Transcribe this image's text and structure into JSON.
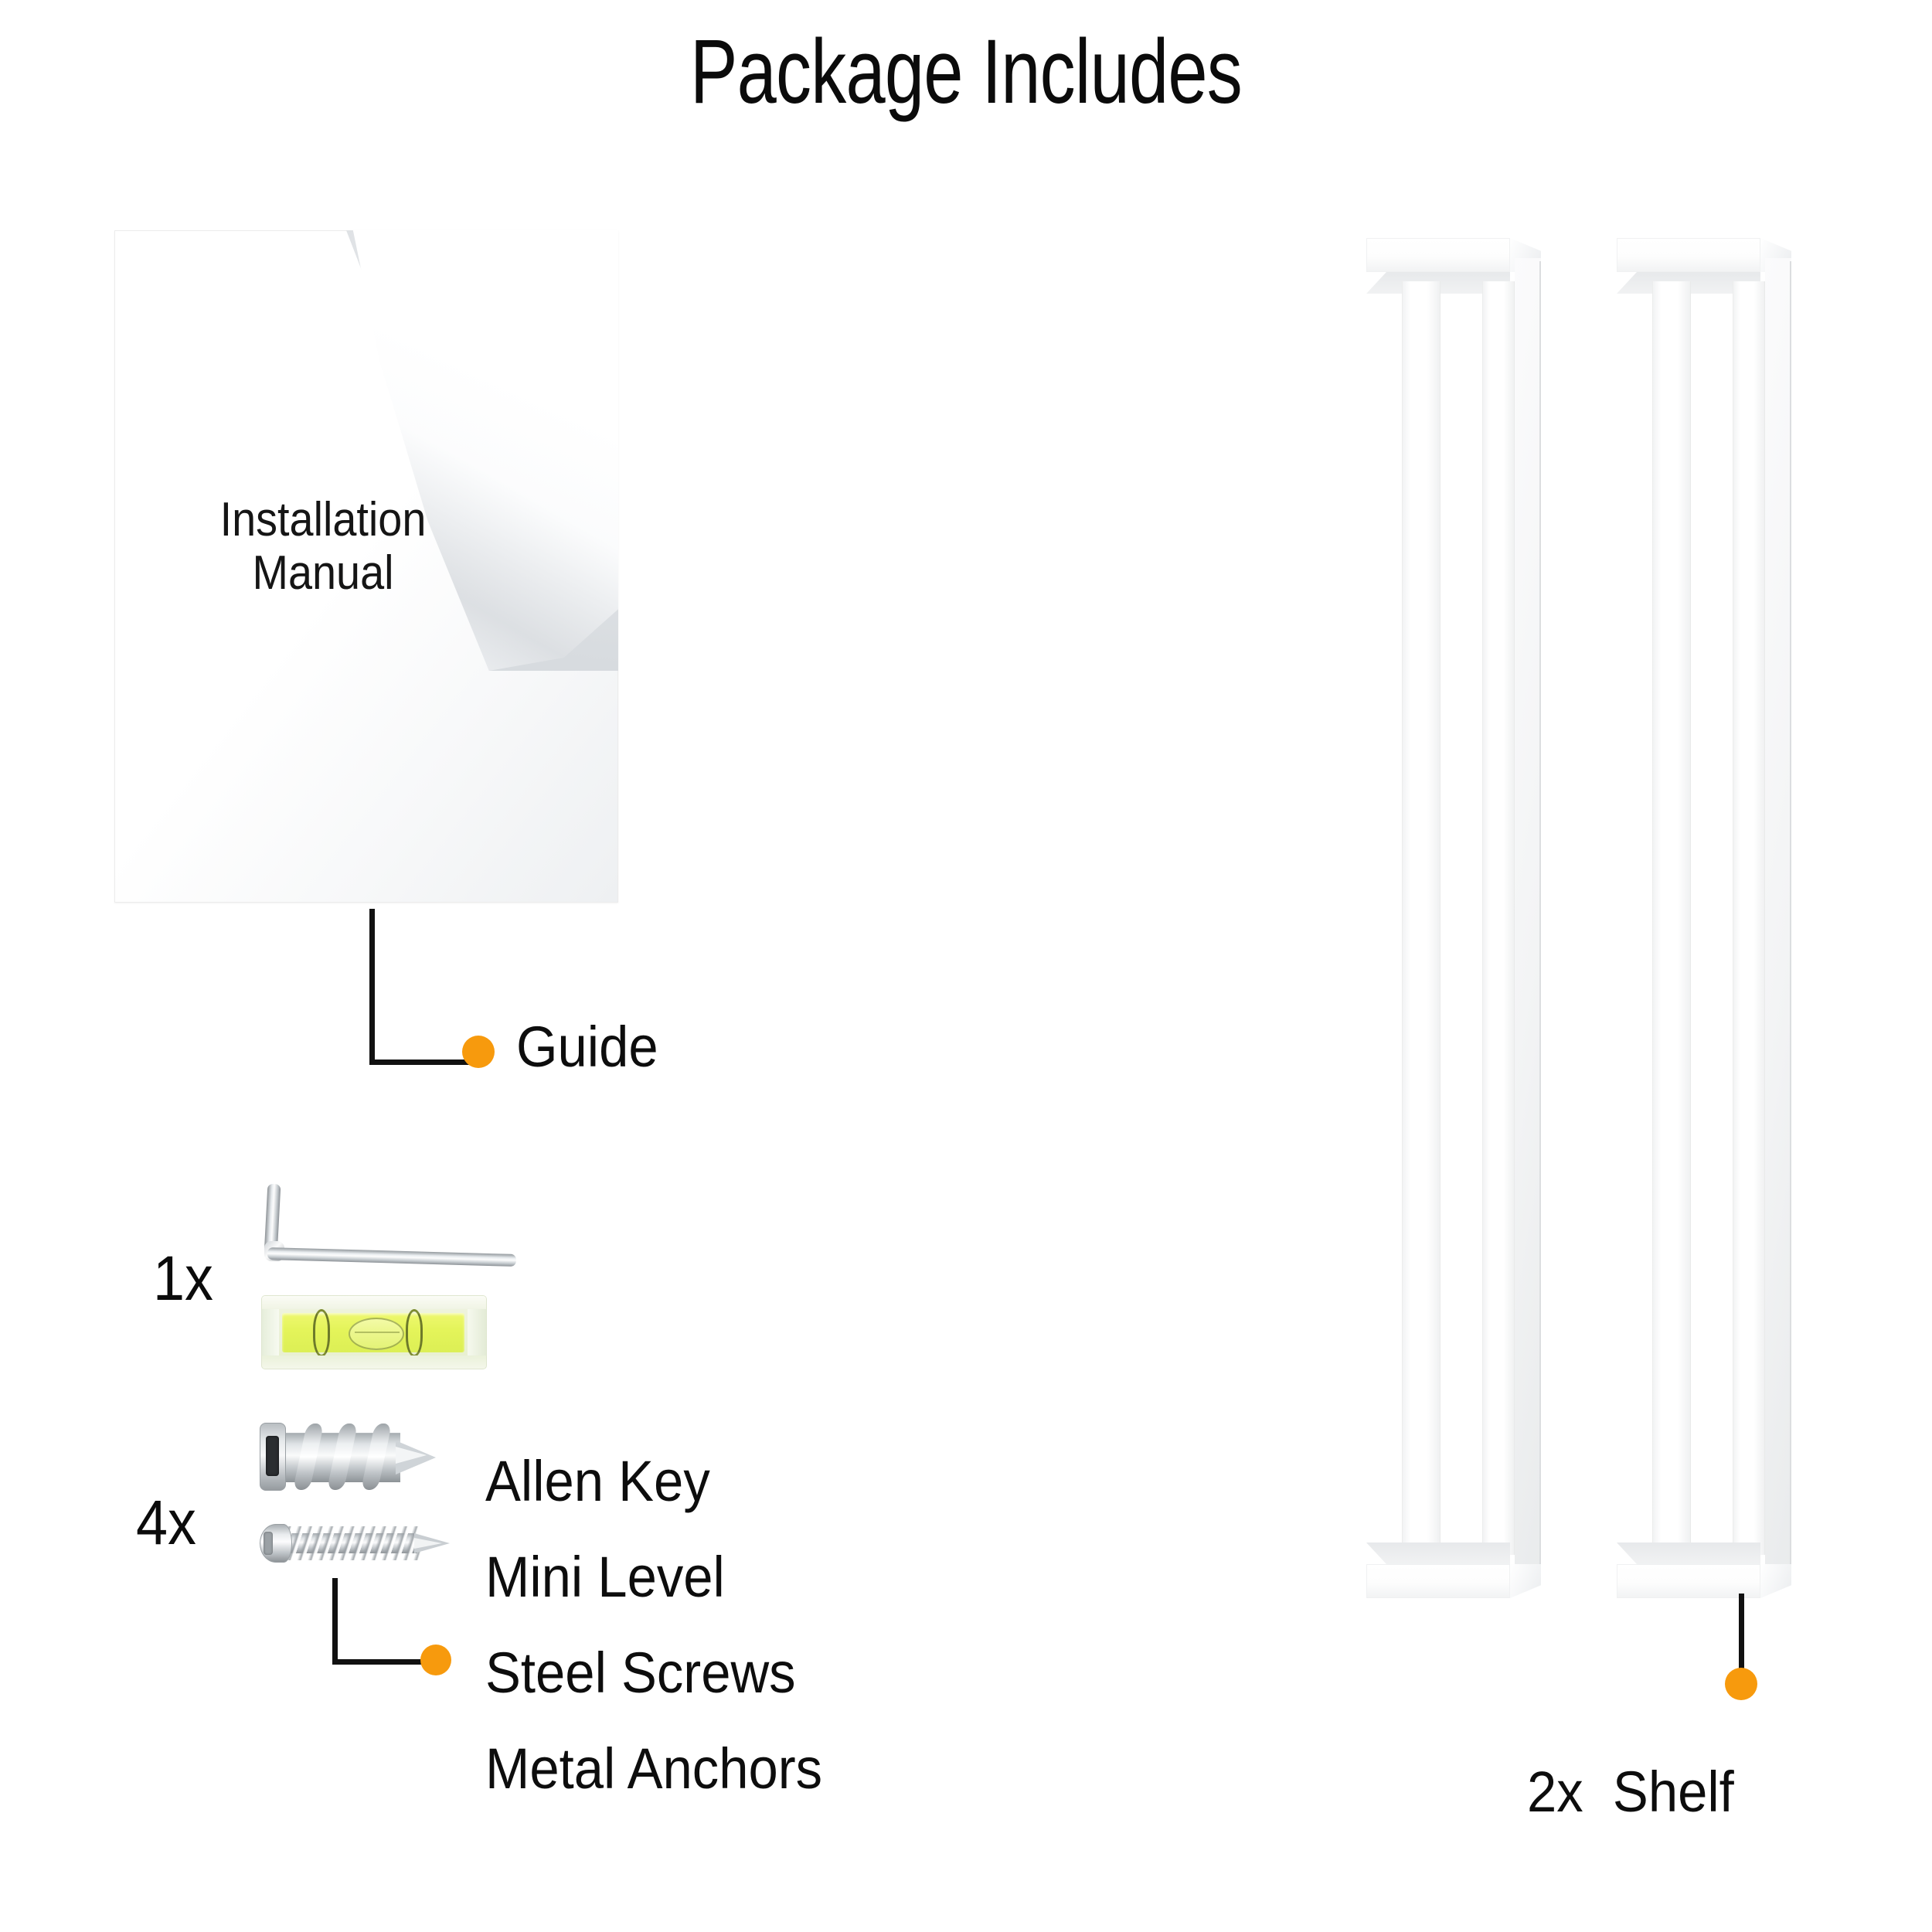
{
  "title": "Package Includes",
  "manual": {
    "line1": "Installation",
    "line2": "Manual",
    "peel_icon": "page-curl-icon"
  },
  "callouts": [
    {
      "label": "Guide",
      "dot_color": "#f79a0d",
      "leader": "L-shaped"
    },
    {
      "label": "2x Shelf",
      "quantity": "2x",
      "item": "Shelf",
      "dot_color": "#f79a0d",
      "leader": "vertical"
    }
  ],
  "hardware": {
    "groups": [
      {
        "quantity": "1x",
        "items": [
          "Allen Key",
          "Mini Level"
        ]
      },
      {
        "quantity": "4x",
        "items": [
          "Steel Screws",
          "Metal Anchors"
        ]
      }
    ],
    "labels": [
      "Allen Key",
      "Mini Level",
      "Steel Screws",
      "Metal Anchors"
    ],
    "qty_1x": "1x",
    "qty_4x": "4x",
    "label_allen_key": "Allen Key",
    "label_mini_level": "Mini Level",
    "label_steel_screws": "Steel Screws",
    "label_metal_anchors": "Metal Anchors",
    "icons": {
      "allen_key": "allen-key-icon",
      "mini_level": "bubble-level-icon",
      "metal_anchor": "drywall-anchor-icon",
      "steel_screw": "screw-icon"
    }
  },
  "shelf": {
    "quantity_label": "2x",
    "name": "Shelf",
    "full_label": "2x  Shelf",
    "count": 2
  },
  "guide": {
    "label": "Guide"
  },
  "colors": {
    "accent_dot": "#f79a0d",
    "leader_line": "#111111",
    "text": "#0d0d0d",
    "background": "#ffffff",
    "level_fluid": "#e4f45a",
    "metal": "#c9ced2",
    "shelf_white": "#ffffff"
  }
}
